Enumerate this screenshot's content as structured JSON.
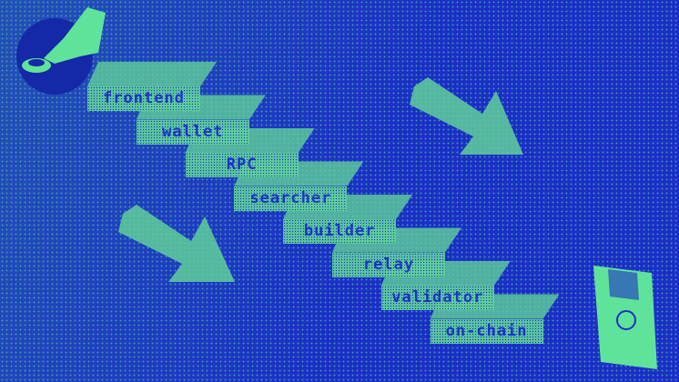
{
  "colors": {
    "background": "#1b2fc6",
    "accent": "#5fe39a"
  },
  "steps": [
    {
      "label": "frontend"
    },
    {
      "label": "wallet"
    },
    {
      "label": "RPC"
    },
    {
      "label": "searcher"
    },
    {
      "label": "builder"
    },
    {
      "label": "relay"
    },
    {
      "label": "validator"
    },
    {
      "label": "on-chain"
    }
  ],
  "icons": [
    "hand-pressing-button-icon",
    "arrow-icon",
    "arrow-icon",
    "floppy-disk-icon"
  ]
}
